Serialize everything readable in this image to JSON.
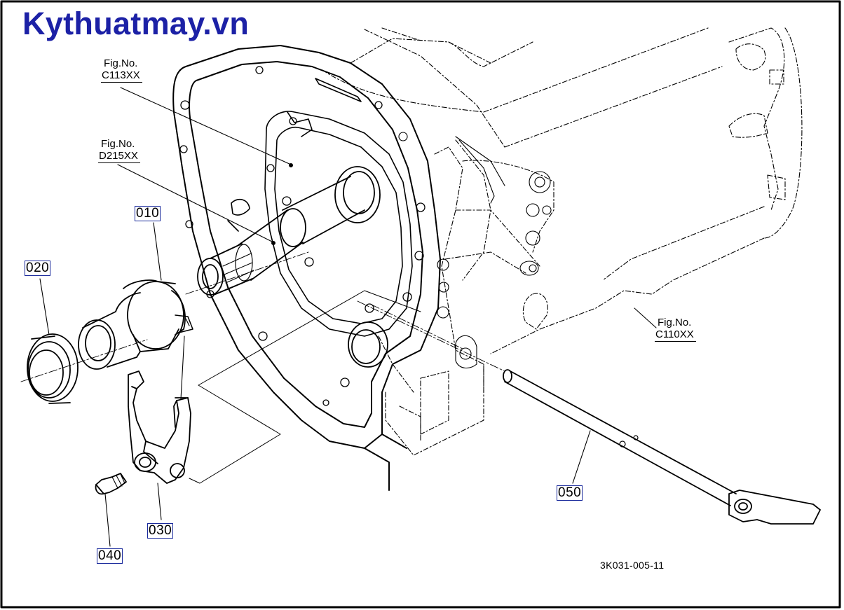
{
  "brand": {
    "text": "Kythuatmay.vn",
    "color": "#1c21a6"
  },
  "fig_refs": [
    {
      "label": "Fig.No.",
      "code": "C113XX"
    },
    {
      "label": "Fig.No.",
      "code": "D215XX"
    },
    {
      "label": "Fig.No.",
      "code": "C110XX"
    }
  ],
  "parts": [
    "010",
    "020",
    "030",
    "040",
    "050"
  ],
  "drawing_number": "3K031-005-11",
  "colors": {
    "label_border": "#1a2a9c",
    "line": "#000000",
    "background": "#ffffff"
  }
}
